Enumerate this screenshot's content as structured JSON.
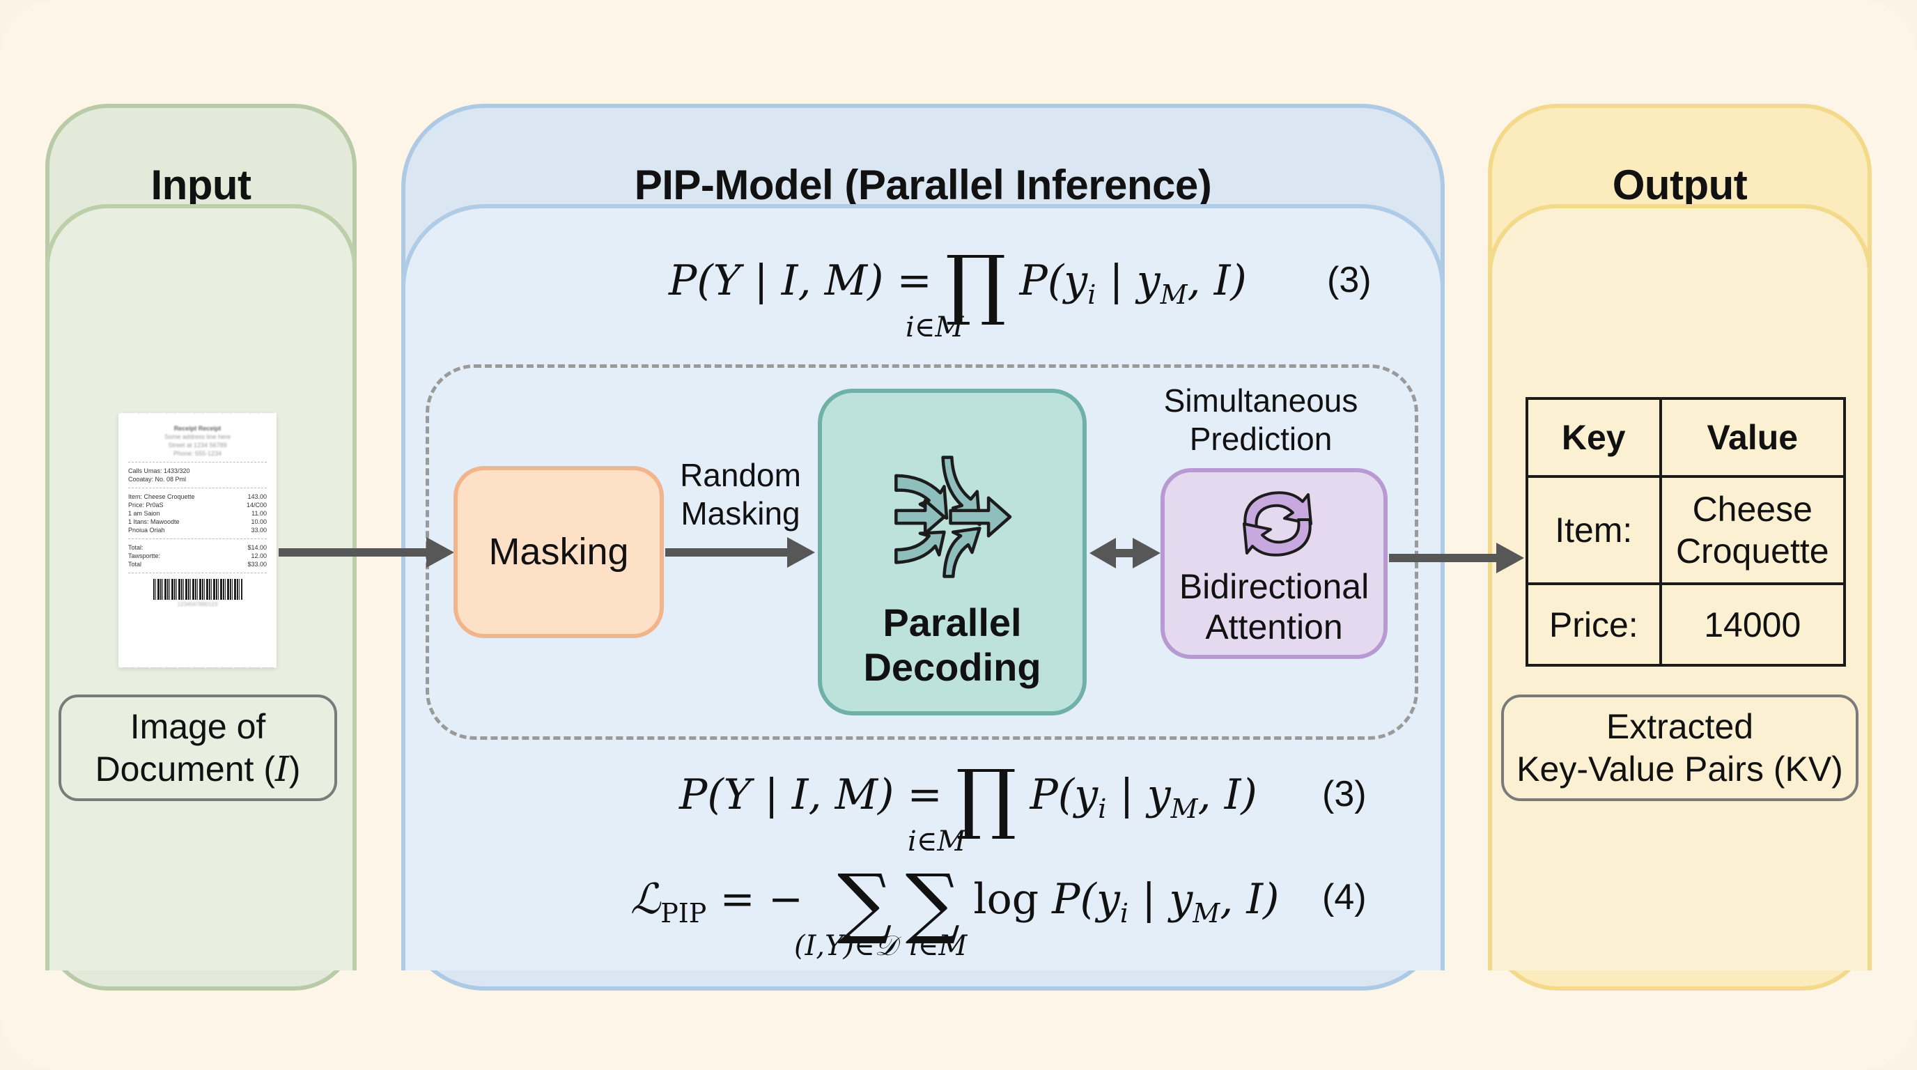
{
  "panels": {
    "input": {
      "title": "Input"
    },
    "model": {
      "title": "PIP-Model (Parallel Inference)"
    },
    "output": {
      "title": "Output"
    }
  },
  "equations": {
    "eq3_top": {
      "lhs": "P(Y | I, M) =",
      "op": "∏",
      "sub": "i∈M",
      "rhs": "P(y_i | y_M, I)",
      "number": "(3)"
    },
    "eq3_bottom": {
      "lhs": "P(Y | I, M) =",
      "op": "∏",
      "sub": "i∈M",
      "rhs": "P(y_i | y_M, I)",
      "number": "(3)"
    },
    "eq4": {
      "lhs": "ℒ",
      "lhs_sub": "PIP",
      "eq": "= −",
      "op1": "∑",
      "sub1": "(I,Y)∈𝒟",
      "op2": "∑",
      "sub2": "i∈M",
      "rhs": "log P(y_i | y_M, I)",
      "number": "(4)"
    }
  },
  "pipeline": {
    "masking": {
      "label": "Masking"
    },
    "random_masking_caption": [
      "Random",
      "Masking"
    ],
    "parallel_decoding": {
      "label": [
        "Parallel",
        "Decoding"
      ],
      "icon": "converging-arrows-icon"
    },
    "simultaneous_caption": [
      "Simultaneous",
      "Prediction"
    ],
    "bidirectional": {
      "label": [
        "Bidirectional",
        "Attention"
      ],
      "icon": "refresh-cycle-icon"
    }
  },
  "input": {
    "receipt": {
      "header": [
        "Receipt Receipt",
        "Some address line here",
        "Street at 1234 56789",
        "Phone: 555-1234"
      ],
      "meta": [
        "Calls Umas: 1433/320",
        "Cooatay: No. 08 Pml"
      ],
      "items": [
        {
          "name": "Item: Cheese Croquette",
          "amount": "143.00"
        },
        {
          "name": "Price: Pr0aS",
          "amount": "14/C00"
        },
        {
          "name": "1 am Saion",
          "amount": "11.00"
        },
        {
          "name": "1 Itans: Mawoodte",
          "amount": "10.00"
        },
        {
          "name": "Pnoiua Oriah",
          "amount": "33.00"
        }
      ],
      "totals": [
        {
          "name": "Total:",
          "amount": "$14.00"
        },
        {
          "name": "Tawsportte:",
          "amount": "12.00"
        },
        {
          "name": "Total",
          "amount": "$33.00"
        }
      ],
      "barcode_number": "1234567890123"
    },
    "label": [
      "Image of",
      "Document (",
      "I",
      ")"
    ]
  },
  "output": {
    "table": {
      "headers": [
        "Key",
        "Value"
      ],
      "rows": [
        [
          "Item:",
          "Cheese Croquette"
        ],
        [
          "Price:",
          "14000"
        ]
      ]
    },
    "label": [
      "Extracted",
      "Key-Value Pairs (KV)"
    ]
  },
  "colors": {
    "background": "#fdf6e8",
    "input_panel": "#e3ead9",
    "model_panel": "#dae7f3",
    "output_panel": "#fbebbd",
    "masking": "#fde0c6",
    "parallel_decoding": "#bde2dc",
    "bidirectional": "#e4d9ef",
    "arrow": "#575757"
  }
}
